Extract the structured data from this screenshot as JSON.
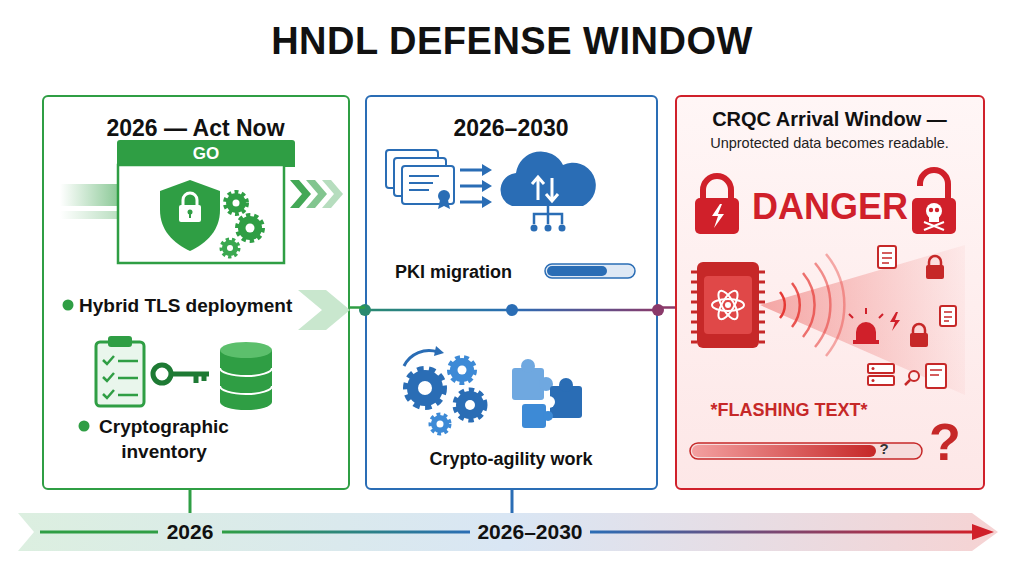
{
  "diagram": {
    "title": "HNDL DEFENSE WINDOW",
    "nodes": [
      {
        "text": [
          "2026 — Act Now",
          "Hybrid TLS deployment",
          "Cryptographic inventory"
        ]
      },
      {
        "text": [
          "GO"
        ],
        "in": 0
      },
      {
        "text": [
          "2026–2030",
          "PKI migration",
          "Crypto-agility work"
        ]
      },
      {
        "text": [
          "CRQC Arrival Window —",
          "Unprotected data becomes readable.",
          "DANGER",
          "*FLASHING TEXT*"
        ]
      }
    ],
    "edges": [
      {
        "from": 0,
        "to": 2,
        "arrow": "none"
      },
      {
        "from": 2,
        "to": 3,
        "arrow": "none"
      }
    ],
    "labels": [
      "?",
      "?",
      "2026",
      "2026–2030"
    ]
  }
}
